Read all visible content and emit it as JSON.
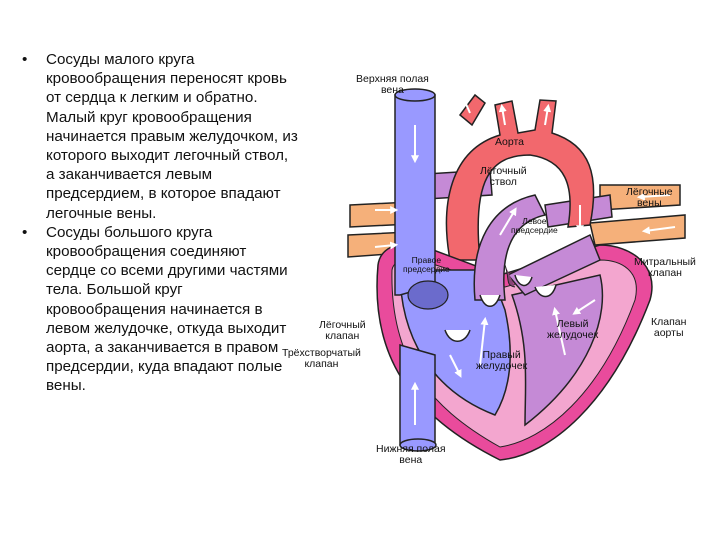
{
  "text": {
    "bullets": [
      "Сосуды малого круга кровообращения переносят кровь от сердца к легким и обратно. Малый круг кровообращения начинается правым желудочком, из которого выходит легочный ствол, а заканчивается левым предсердием, в которое впадают легочные вены.",
      "Сосуды большого круга кровообращения соединяют сердце со всеми другими частями тела. Большой круг кровообращения начинается в левом желудочке, откуда выходит аорта, а заканчивается в правом предсердии, куда впадают полые вены."
    ],
    "bullet_glyph": "•"
  },
  "labels": {
    "svc": [
      "Верхняя полая",
      "вена"
    ],
    "aorta": "Аорта",
    "pulm_trunk": [
      "Лёгочный",
      "ствол"
    ],
    "pulm_veins": [
      "Лёгочные",
      "вены"
    ],
    "left_atrium": [
      "Левое",
      "предсердие"
    ],
    "right_atrium": [
      "Правое",
      "предсердие"
    ],
    "mitral": [
      "Митральный",
      "клапан"
    ],
    "pulm_valve": [
      "Лёгочный",
      "клапан"
    ],
    "left_ventricle": [
      "Левый",
      "желудочек"
    ],
    "aortic_valve": [
      "Клапан",
      "аорты"
    ],
    "tricuspid": [
      "Трёхстворчатый",
      "клапан"
    ],
    "right_ventricle": [
      "Правый",
      "желудочек"
    ],
    "ivc": [
      "Нижняя полая",
      "вена"
    ]
  },
  "colors": {
    "vein_blue": "#9999ff",
    "artery_red": "#f2686d",
    "pulm_vessel": "#f5b07a",
    "heart_outline": "#e94b9c",
    "heart_muscle": "#f3a6cf",
    "left_heart": "#c58ad6",
    "outline": "#222222",
    "arrow": "#ffffff"
  }
}
